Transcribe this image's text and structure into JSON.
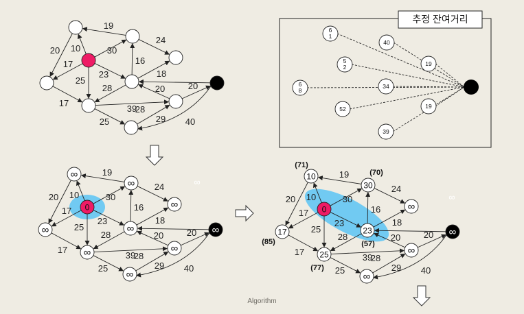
{
  "footer": "Algorithm",
  "heuristic_panel": {
    "title": "추정 잔여거리",
    "nodes": [
      {
        "label": "6\n1"
      },
      {
        "label": "40"
      },
      {
        "label": "5\n2"
      },
      {
        "label": "19"
      },
      {
        "label": "6\n8"
      },
      {
        "label": "34"
      },
      {
        "label": "52"
      },
      {
        "label": "19"
      },
      {
        "label": "39"
      }
    ]
  },
  "graph1": {
    "nodes": [
      "",
      "",
      "",
      "",
      "",
      "",
      "",
      "",
      "",
      ""
    ],
    "edge_weights": [
      "19",
      "24",
      "20",
      "10",
      "30",
      "16",
      "17",
      "23",
      "18",
      "20",
      "25",
      "28",
      "20",
      "28",
      "17",
      "39",
      "25",
      "29",
      "40"
    ]
  },
  "graph2": {
    "nodes": [
      "∞",
      "∞",
      "0",
      "∞",
      "∞",
      "∞",
      "∞",
      "∞",
      "∞",
      "∞"
    ],
    "edge_weights": [
      "19",
      "24",
      "20",
      "10",
      "30",
      "16",
      "17",
      "23",
      "18",
      "20",
      "25",
      "28",
      "20",
      "28",
      "17",
      "39",
      "25",
      "29",
      "40"
    ],
    "floating_inf": "∞"
  },
  "graph3": {
    "nodes": [
      "10",
      "30",
      "0",
      "∞",
      "17",
      "23",
      "∞",
      "25",
      "∞",
      "∞"
    ],
    "edge_weights": [
      "19",
      "24",
      "20",
      "10",
      "30",
      "16",
      "17",
      "23",
      "18",
      "20",
      "25",
      "28",
      "20",
      "28",
      "17",
      "39",
      "25",
      "29",
      "40"
    ],
    "floating_inf": "∞",
    "estimates": [
      "(71)",
      "(70)",
      "(85)",
      "(57)",
      "(77)"
    ]
  },
  "colors": {
    "background": "#efece3",
    "start_node": "#ee1b65",
    "goal_node": "#000000",
    "highlight": "#5bc4f5"
  }
}
